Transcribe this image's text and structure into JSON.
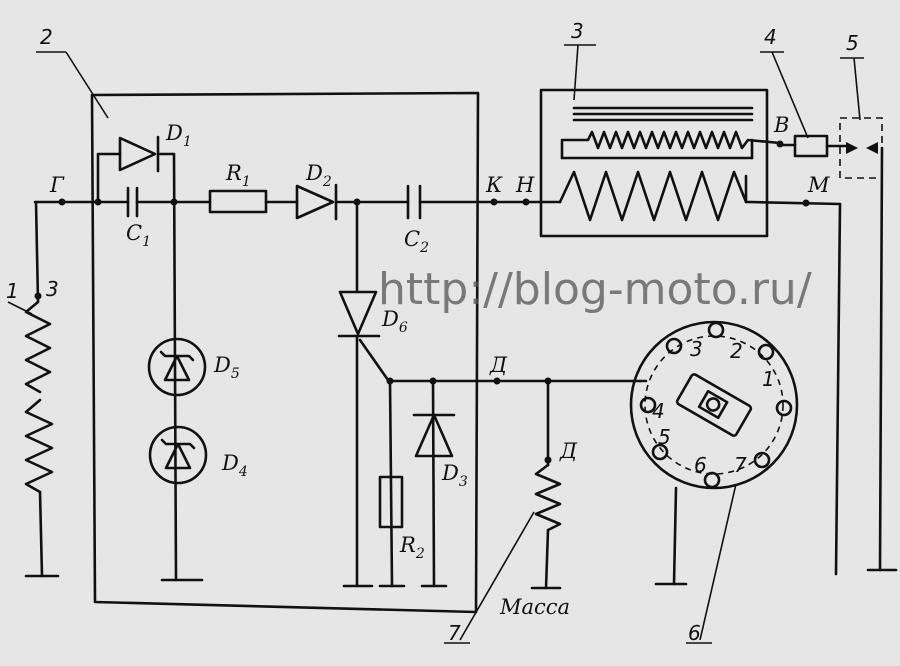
{
  "watermark": "http://blog-moto.ru/",
  "callouts": [
    "1",
    "2",
    "3",
    "4",
    "5",
    "6",
    "7"
  ],
  "components": {
    "D1": {
      "letter": "D",
      "sub": "1"
    },
    "D2": {
      "letter": "D",
      "sub": "2"
    },
    "D3": {
      "letter": "D",
      "sub": "3"
    },
    "D4": {
      "letter": "D",
      "sub": "4"
    },
    "D5": {
      "letter": "D",
      "sub": "5"
    },
    "D6": {
      "letter": "D",
      "sub": "6"
    },
    "R1": {
      "letter": "R",
      "sub": "1"
    },
    "R2": {
      "letter": "R",
      "sub": "2"
    },
    "C1": {
      "letter": "C",
      "sub": "1"
    },
    "C2": {
      "letter": "C",
      "sub": "2"
    }
  },
  "nodes": {
    "G": "Г",
    "K": "К",
    "N": "Н",
    "M": "М",
    "V": "В",
    "D_node": "Д",
    "D_coil": "Д",
    "coil_tap": "3"
  },
  "ground_label": "Масса",
  "distributor_numbers": [
    "1",
    "2",
    "3",
    "4",
    "5",
    "6",
    "7"
  ]
}
